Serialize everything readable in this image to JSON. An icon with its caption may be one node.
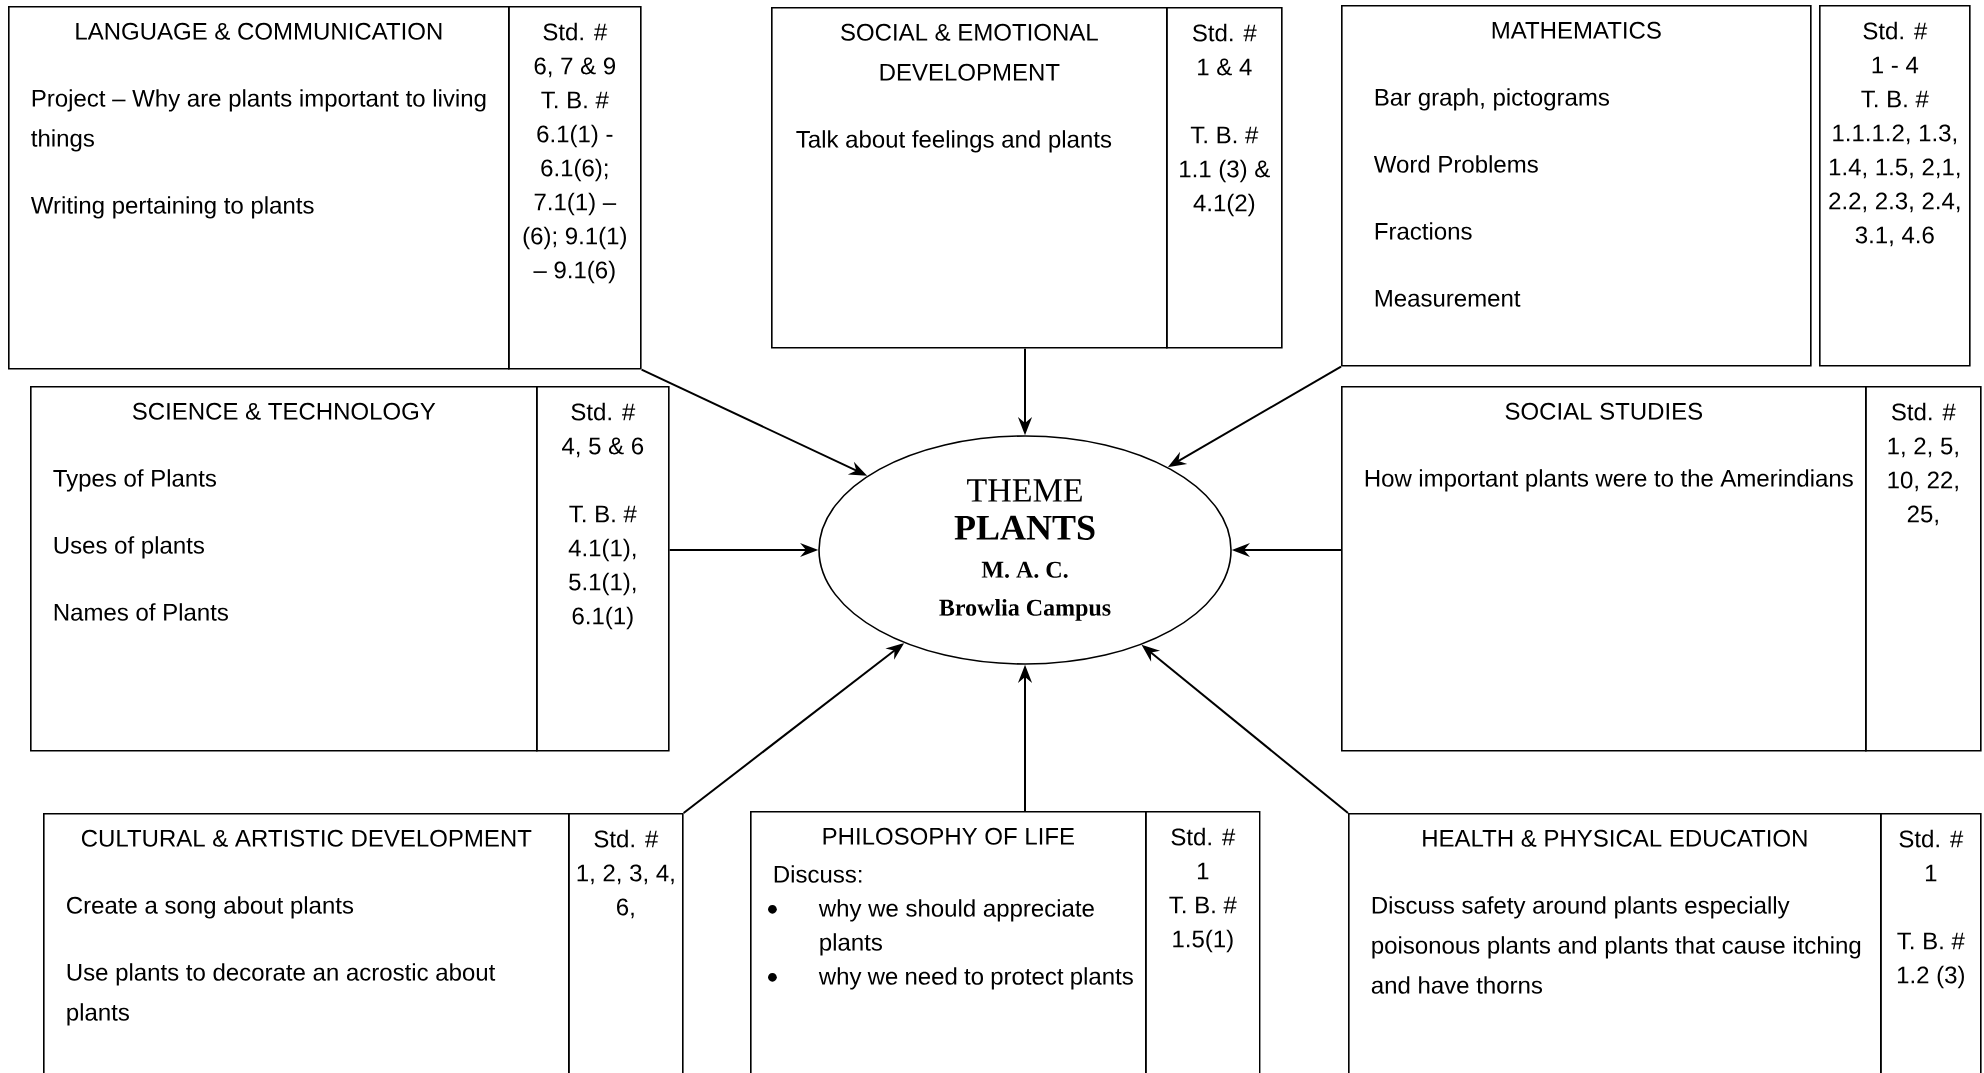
{
  "diagram": {
    "nodes": [
      {
        "text": [
          "LANGUAGE & COMMUNICATION",
          "Project – Why are plants important to living things",
          "Writing pertaining to plants"
        ]
      },
      {
        "text": [
          "Std. #",
          "6, 7 & 9",
          "T. B. #",
          "6.1(1) - 6.1(6); 7.1(1) – (6); 9.1(1) – 9.1(6)"
        ]
      },
      {
        "text": [
          "SOCIAL & EMOTIONAL DEVELOPMENT",
          "Talk about feelings and plants"
        ]
      },
      {
        "text": [
          "Std. #",
          "1 & 4",
          "T. B. #",
          "1.1 (3) & 4.1(2)"
        ]
      },
      {
        "text": [
          "MATHEMATICS",
          "Bar graph, pictograms",
          "Word Problems",
          "Fractions",
          "Measurement"
        ]
      },
      {
        "text": [
          "Std. #",
          "1 - 4",
          "T. B. #",
          "1.1.1.2, 1.3, 1.4, 1.5, 2,1, 2.2, 2.3, 2.4, 3.1, 4.6"
        ]
      },
      {
        "text": [
          "SCIENCE & TECHNOLOGY",
          "Types of Plants",
          "Uses of plants",
          "Names of Plants"
        ]
      },
      {
        "text": [
          "Std. #",
          "4, 5 & 6",
          "T. B. #",
          "4.1(1), 5.1(1), 6.1(1)"
        ]
      },
      {
        "text": [
          "THEME",
          "PLANTS",
          "M. A. C.",
          "Browlia Campus"
        ]
      },
      {
        "text": [
          "SOCIAL STUDIES",
          "How important plants were to the Amerindians"
        ]
      },
      {
        "text": [
          "Std. #",
          "1, 2, 5, 10, 22, 25,"
        ]
      },
      {
        "text": [
          "CULTURAL & ARTISTIC DEVELOPMENT",
          "Create a song about plants",
          "Use plants to decorate an acrostic about plants"
        ]
      },
      {
        "text": [
          "Std. #",
          "1, 2, 3, 4, 6,"
        ]
      },
      {
        "text": [
          "PHILOSOPHY OF LIFE",
          "Discuss:",
          "why we should appreciate plants",
          "why we need to protect plants"
        ]
      },
      {
        "text": [
          "Std. #",
          "1",
          "T. B. #",
          "1.5(1)"
        ]
      },
      {
        "text": [
          "HEALTH & PHYSICAL EDUCATION",
          "Discuss safety around plants especially poisonous plants and plants that cause itching and have thorns"
        ]
      },
      {
        "text": [
          "Std. #",
          "1",
          "T. B. #",
          "1.2 (3)"
        ]
      }
    ],
    "edges": [
      {
        "from": 1,
        "to": 8,
        "arrow": "to"
      },
      {
        "from": 2,
        "to": 8,
        "arrow": "to"
      },
      {
        "from": 4,
        "to": 8,
        "arrow": "to"
      },
      {
        "from": 7,
        "to": 8,
        "arrow": "to"
      },
      {
        "from": 9,
        "to": 8,
        "arrow": "to"
      },
      {
        "from": 12,
        "to": 8,
        "arrow": "to"
      },
      {
        "from": 13,
        "to": 8,
        "arrow": "to"
      },
      {
        "from": 15,
        "to": 8,
        "arrow": "to"
      }
    ]
  }
}
